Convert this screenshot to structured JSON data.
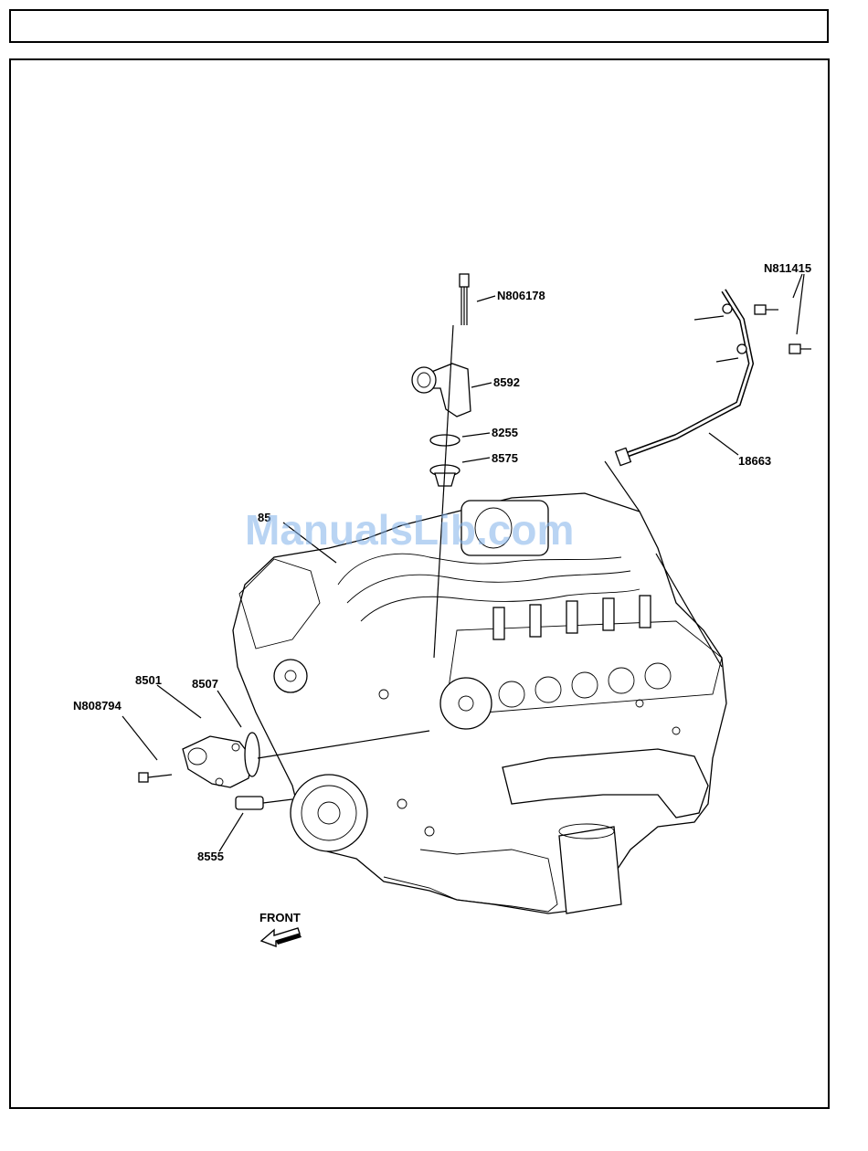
{
  "header": {
    "title": ""
  },
  "diagram": {
    "watermark": "ManualsLib.com",
    "labels": {
      "n806178": "N806178",
      "p8592": "8592",
      "p8255": "8255",
      "p8575": "8575",
      "n811415": "N811415",
      "p18663": "18663",
      "p85x": "85",
      "p8501": "8501",
      "p8507": "8507",
      "n808794": "N808794",
      "p8555": "8555",
      "front": "FRONT"
    }
  }
}
